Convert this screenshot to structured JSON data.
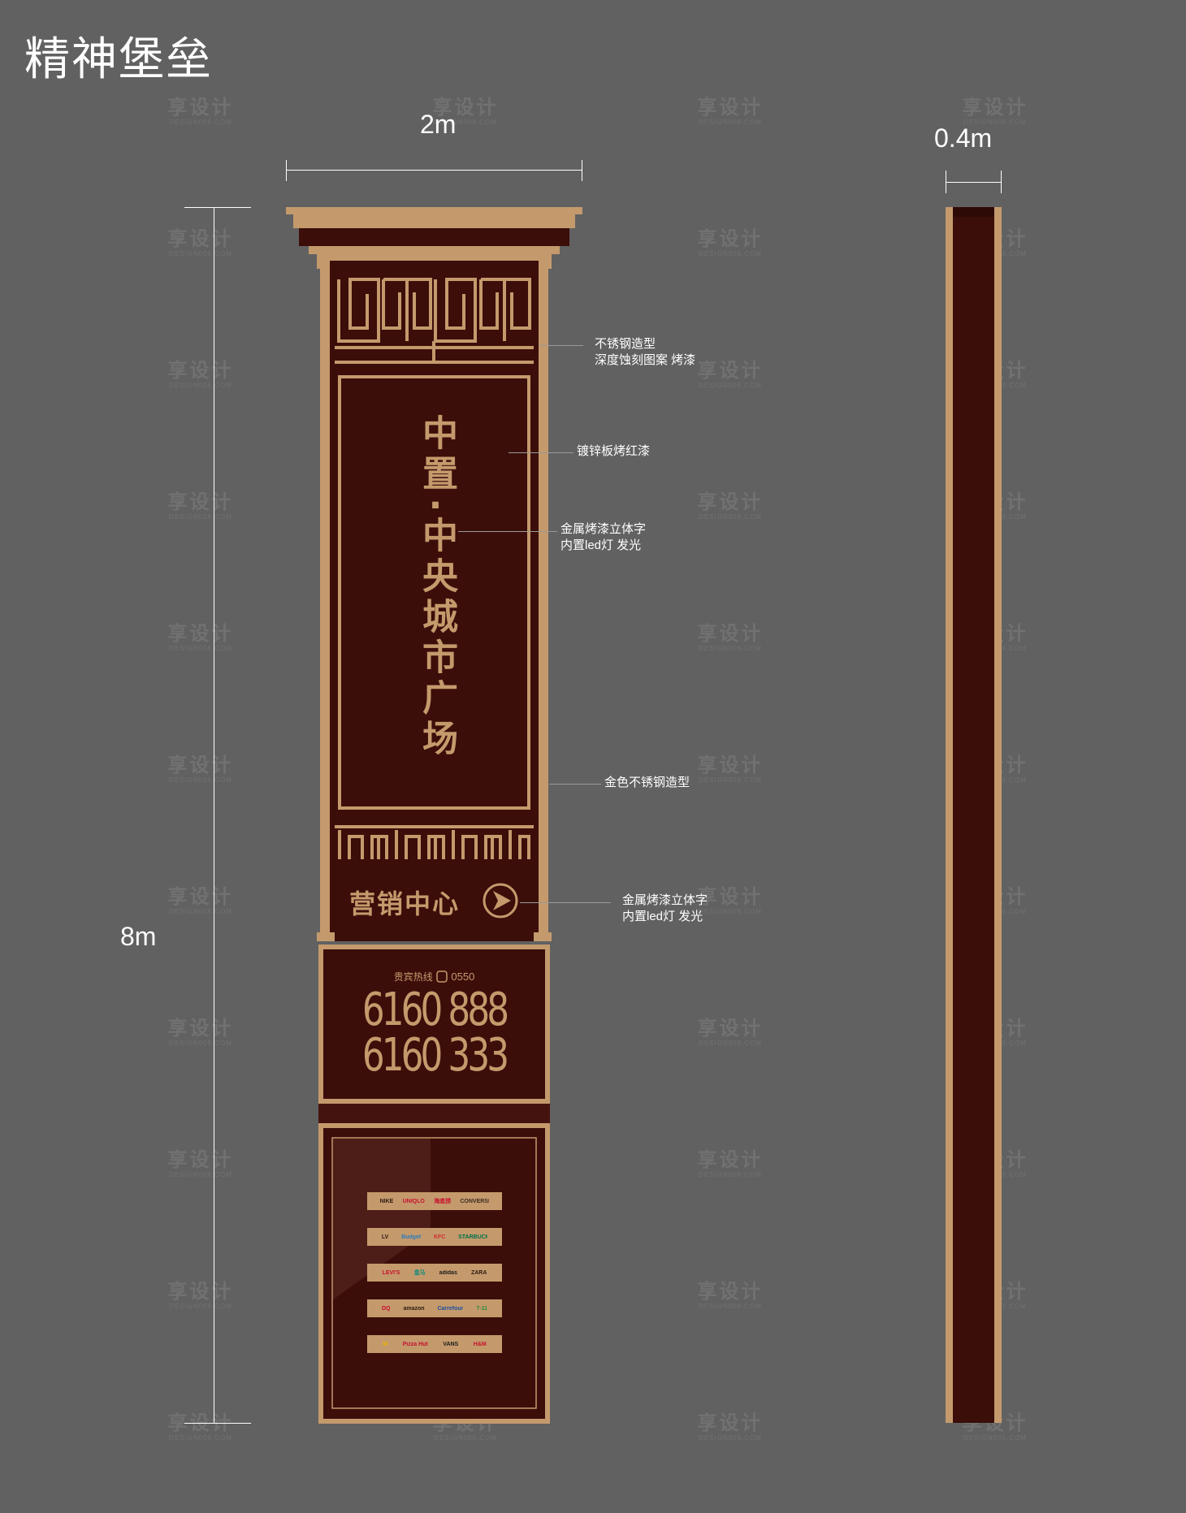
{
  "page": {
    "title": "精神堡垒"
  },
  "dimensions": {
    "width": "2m",
    "depth": "0.4m",
    "height": "8m"
  },
  "callouts": [
    {
      "text": "不锈钢造型\n深度蚀刻图案 烤漆"
    },
    {
      "text": "镀锌板烤红漆"
    },
    {
      "text": "金属烤漆立体字\n内置led灯 发光"
    },
    {
      "text": "金色不锈钢造型"
    },
    {
      "text": "金属烤漆立体字\n内置led灯 发光"
    }
  ],
  "sign": {
    "name_top": "中置",
    "dot": "·",
    "name_bottom": "中央城市广场",
    "sales_center": "营销中心",
    "hotline_label": "贵宾热线",
    "area_code": "0550",
    "phones": [
      "6160 888",
      "6160 333"
    ],
    "brand_rows": [
      [
        "NIKE",
        "UNIQLO",
        "海底捞",
        "CONVERSE"
      ],
      [
        "LV",
        "Budget",
        "KFC",
        "STARBUCKS"
      ],
      [
        "LEVI'S",
        "盒马",
        "adidas",
        "ZARA"
      ],
      [
        "DQ",
        "amazon",
        "Carrefour",
        "7-11"
      ],
      [
        "M",
        "Pizza Hut",
        "VANS",
        "H&M"
      ]
    ]
  },
  "watermark": {
    "cn": "享设计",
    "en": "DESIGN006.COM"
  },
  "colors": {
    "background": "#616161",
    "gold": "#C49A6C",
    "maroon": "#3B0E0A",
    "maroon_dark": "#2E0A07",
    "maroon_mid": "#45130F"
  }
}
